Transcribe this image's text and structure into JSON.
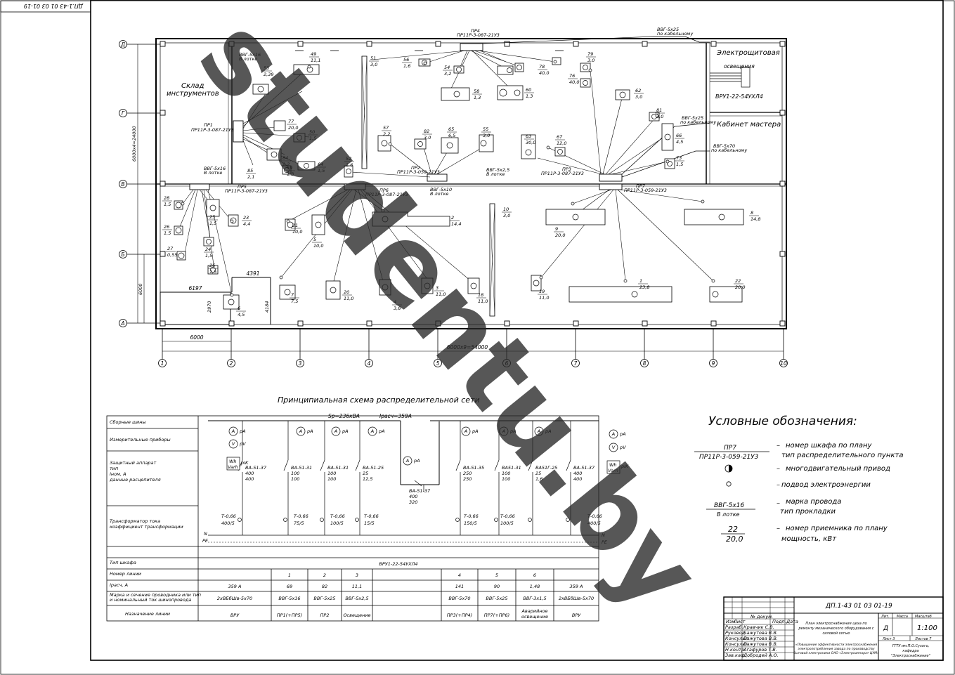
{
  "stamp_top": "ДП.1-43 01 03 01-19",
  "plan": {
    "rooms": {
      "warehouse": [
        "Склад",
        "инструментов"
      ],
      "panel_room": "Электрощитовая",
      "panel_sub": "освещения",
      "vru": "ВРУ1-22-54УХЛ4",
      "master_office": "Кабинет мастера"
    },
    "axes_letters": [
      "Д",
      "Г",
      "В",
      "Б",
      "А"
    ],
    "axes_numbers": [
      "1",
      "2",
      "3",
      "4",
      "5",
      "6",
      "7",
      "8",
      "9",
      "10"
    ],
    "dims": {
      "vertical_total": "6000х4=24000",
      "horizontal_total": "6000х9=54000",
      "bay": "6000",
      "left_6000": "6000",
      "d6197": "6197",
      "d4391": "4391",
      "d4184": "4184",
      "d2970": "2970"
    },
    "panels": {
      "pr1": [
        "ПР1",
        "ПР11Р-3-087-21У3"
      ],
      "pr2": [
        "ПР2",
        "ПР11Р-3-059-21У3"
      ],
      "pr3": [
        "ПР3",
        "ПР11Р-3-087-21У3"
      ],
      "pr4": [
        "ПР4",
        "ПР11Р-3-087-21У3"
      ],
      "pr5": [
        "ПР5",
        "ПР11Р-3-087-21У3"
      ],
      "pr6": [
        "ПР6",
        "ПР11Р-3-087-21У3"
      ],
      "pr7": [
        "ПР7",
        "ПР11Р-3-059-21У3"
      ]
    },
    "cables": {
      "c1": [
        "ВВГ-5х16",
        "В лотке"
      ],
      "c2": [
        "ВВГ-5х10",
        "В лотке"
      ],
      "c3": [
        "ВВГ-5х2,5",
        "В лотке"
      ],
      "c4": [
        "ВВГ-5х25",
        "по кабельному"
      ],
      "c5": [
        "ВВГ-5х70",
        "по кабельному"
      ]
    },
    "receivers": [
      [
        "49",
        "11,1"
      ],
      [
        "53",
        "2,39"
      ],
      [
        "77",
        "20,0"
      ],
      [
        "50",
        "1,5"
      ],
      [
        "84",
        "2,2"
      ],
      [
        "85",
        "2,1"
      ],
      [
        "59",
        "1,3"
      ],
      [
        "64",
        "1,5"
      ],
      [
        "51",
        "3,0"
      ],
      [
        "56",
        "1,6"
      ],
      [
        "54",
        "3,2"
      ],
      [
        "78",
        "40,0"
      ],
      [
        "79",
        "3,0"
      ],
      [
        "76",
        "40,0"
      ],
      [
        "58",
        "1,3"
      ],
      [
        "60",
        "1,3"
      ],
      [
        "62",
        "3,0"
      ],
      [
        "81",
        "3,0"
      ],
      [
        "57",
        "2,2"
      ],
      [
        "82",
        "3,0"
      ],
      [
        "65",
        "6,5"
      ],
      [
        "55",
        "3,0"
      ],
      [
        "63",
        "30,0"
      ],
      [
        "67",
        "12,0"
      ],
      [
        "66",
        "4,5"
      ],
      [
        "73",
        "1,5"
      ],
      [
        "52",
        "1,6"
      ],
      [
        "28",
        "1,5"
      ],
      [
        "26",
        "1,5"
      ],
      [
        "27",
        "0,55"
      ],
      [
        "25",
        "1,5"
      ],
      [
        "24",
        "1,5"
      ],
      [
        "26b",
        "1,5"
      ],
      [
        "23",
        "4,4"
      ],
      [
        "21",
        "10,0"
      ],
      [
        "5",
        "10,0"
      ],
      [
        "2",
        "14,4"
      ],
      [
        "10",
        "3,0"
      ],
      [
        "9",
        "20,0"
      ],
      [
        "8",
        "14,8"
      ],
      [
        "7",
        "7,5"
      ],
      [
        "6",
        "4,5"
      ],
      [
        "20",
        "11,0"
      ],
      [
        "4",
        "3,6"
      ],
      [
        "3",
        "11,0"
      ],
      [
        "18",
        "11,0"
      ],
      [
        "19",
        "11,0"
      ],
      [
        "1",
        "23,8"
      ],
      [
        "22",
        "20,0"
      ]
    ]
  },
  "schematic": {
    "title": "Принципиальная схема распределительной сети",
    "sp": "Sp=236кВА",
    "ip": "Iрасч=359А",
    "row_labels": [
      "Сборные шины",
      "Измерительные приборы",
      [
        "Защитный аппарат",
        "тип",
        "Iном, А",
        "данные расцепителя"
      ],
      [
        "Трансформатор тока",
        "коэффициент трансформации"
      ],
      "Тип шкафа",
      "Номер линии",
      "Iрасч, А",
      [
        "Марка и сечение проводника или тип",
        "и номинальный ток шинопровода"
      ],
      "Назначение линии"
    ],
    "breakers": [
      [
        "ВА-51-37",
        "400",
        "400"
      ],
      [
        "ВА-51-31",
        "100",
        "100"
      ],
      [
        "ВА-51-31",
        "100",
        "100"
      ],
      [
        "ВА-51-25",
        "25",
        "12,5"
      ],
      [
        "ВА-51-37",
        "400",
        "320"
      ],
      [
        "ВА-51-35",
        "250",
        "250"
      ],
      [
        "ВА51-31",
        "100",
        "100"
      ],
      [
        "ВА51Г-25",
        "25",
        "1,6"
      ],
      [
        "ВА-51-37",
        "400",
        "400"
      ]
    ],
    "ct": [
      "Т-0,66",
      "400/5",
      "Т-0,66",
      "75/5",
      "Т-0,66",
      "100/5",
      "Т-0,66",
      "15/5",
      "Т-0,66",
      "150/5",
      "Т-0,66",
      "100/5",
      "Т-0,66",
      "400/5"
    ],
    "meters": [
      "рА",
      "pV",
      "рА",
      "рА",
      "рА",
      "рА",
      "рА",
      "рА",
      "рА",
      "рА",
      "pV"
    ],
    "wh": [
      "Wh",
      "Varh",
      "pIK"
    ],
    "bus": [
      "N",
      "PE"
    ],
    "cabinet_type": "ВРУ1-22-54УХЛ4",
    "lines": [
      "",
      "1",
      "2",
      "3",
      "4",
      "5",
      "6",
      ""
    ],
    "currents": [
      "359 А",
      "69",
      "82",
      "11,1",
      "141",
      "90",
      "1,48",
      "359 А"
    ],
    "cables": [
      "2хВБбШв-5х70",
      "ВВГ-5х16",
      "ВВГ-5х25",
      "ВВГ-5х2,5",
      "ВВГ-5х70",
      "ВВГ-5х25",
      "ВВГ-3х1,5",
      "2хВБбШв-5х70"
    ],
    "purpose": [
      "ВРУ",
      "ПР1(+ПР5)",
      "ПР2",
      "Освещение",
      "ПР3(+ПР4)",
      "ПР7(+ПР6)",
      [
        "Аварийное",
        "освещение"
      ],
      "ВРУ"
    ]
  },
  "legend": {
    "title": "Условные обозначения:",
    "pr_num": "ПР7",
    "pr_type": "ПР11Р-3-059-21У3",
    "pr_desc": [
      "номер шкафа по плану",
      "тип распределительного пункта"
    ],
    "motor_desc": "многодвигательный привод",
    "supply_desc": "подвод электроэнергии",
    "cable_mark": "ВВГ-5х16",
    "cable_lay": "В лотке",
    "cable_desc": [
      "марка провода",
      "тип прокладки"
    ],
    "recv_num": "22",
    "recv_power": "20,0",
    "recv_desc": [
      "номер приемника по плану",
      "мощность, кВт"
    ]
  },
  "title_block": {
    "code": "ДП.1-43 01 03 01-19",
    "title": [
      "План электроснабжения цеха по",
      "ремонту механического оборудования с",
      "силовой сетью"
    ],
    "subtitle": [
      "«Повышение эффективности электроснабжения",
      "электропотребления завода по производству",
      "бытовой электроники ОАО «Электроаппарат ЦУМ»"
    ],
    "headers": [
      "Изм.",
      "Лист",
      "№ докум.",
      "Подп.",
      "Дата"
    ],
    "roles": [
      "Разраб.",
      "Руковод.",
      "Консульт.",
      "Консульт.",
      "Н.контр.",
      "Зав.каф."
    ],
    "names": [
      "Кравчик С.В.",
      "Бажутова В.В.",
      "Бажутова В.В.",
      "Бажутова В.В.",
      "Агафуров Т.В.",
      "Добродей А.О."
    ],
    "lit": "Лит.",
    "mass": "Масса",
    "scale_h": "Масштаб",
    "lit_v": "Д",
    "scale": "1:100",
    "sheet": "Лист 3",
    "sheets": "Листов 7",
    "org": [
      "ГГТУ им.П.О.Сухого,",
      "кафедра",
      "\"Электроснабжение\""
    ]
  },
  "watermark": "studentu.by"
}
